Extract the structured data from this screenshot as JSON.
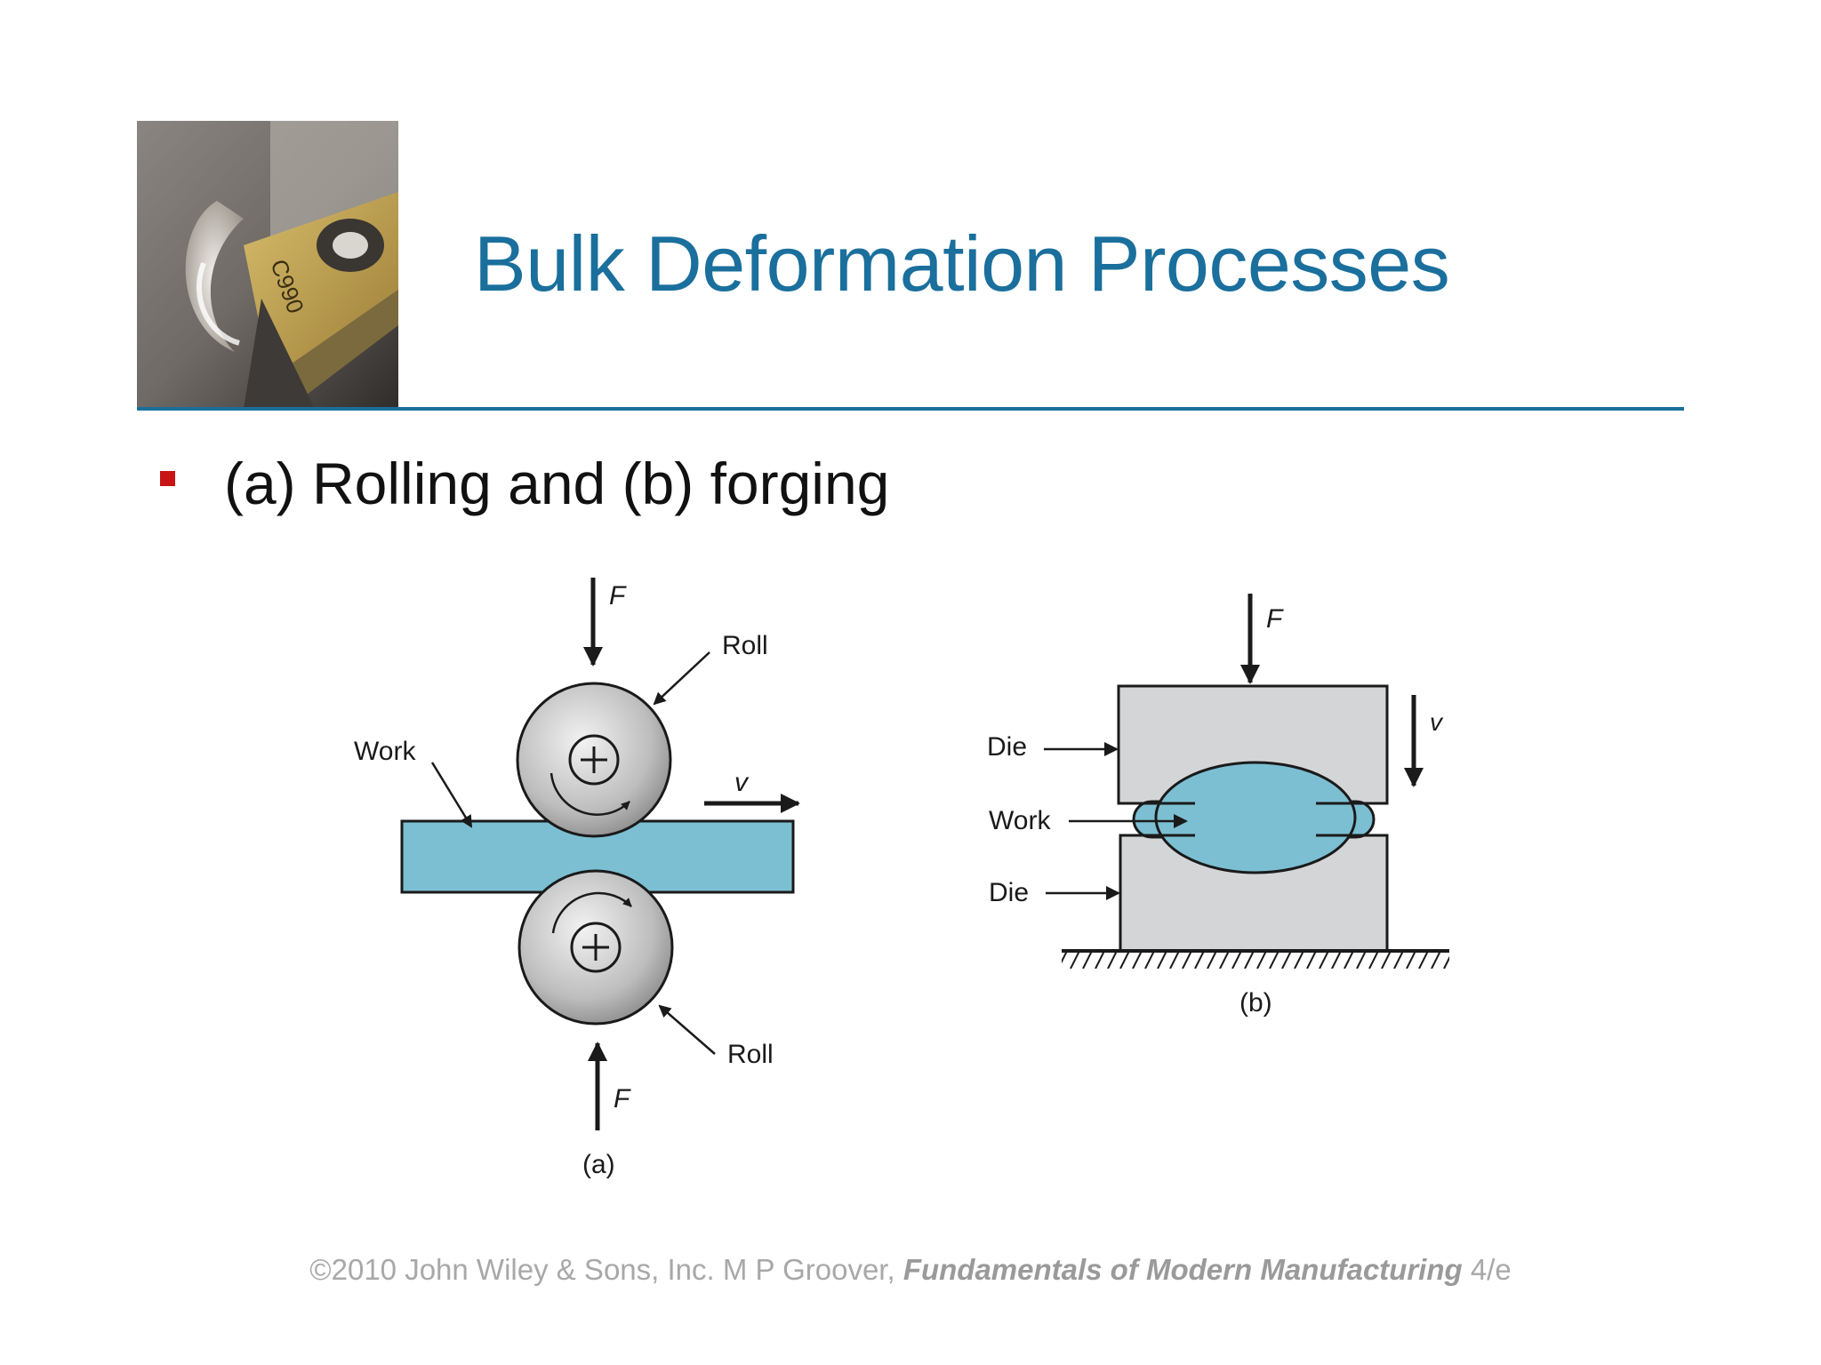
{
  "slide": {
    "title": "Bulk Deformation Processes",
    "bullet": "(a) Rolling and (b) forging",
    "header_image": "cutting-tool-photo"
  },
  "figure_a": {
    "caption": "(a)",
    "force_top": "F",
    "force_bottom": "F",
    "roll_top": "Roll",
    "roll_bottom": "Roll",
    "work": "Work",
    "velocity": "v"
  },
  "figure_b": {
    "caption": "(b)",
    "force": "F",
    "velocity": "v",
    "die_top": "Die",
    "work": "Work",
    "die_bottom": "Die"
  },
  "footer": {
    "copyright": "©2010 John Wiley & Sons, Inc.  M P Groover, ",
    "book_title": "Fundamentals of Modern Manufacturing",
    "edition": " 4/e"
  },
  "colors": {
    "title": "#1a6f9c",
    "rule": "#1a6f9c",
    "bullet": "#c81414",
    "work_fill": "#7cbfd3",
    "die_fill": "#d4d5d6",
    "footer_text": "#a8a8a8"
  }
}
